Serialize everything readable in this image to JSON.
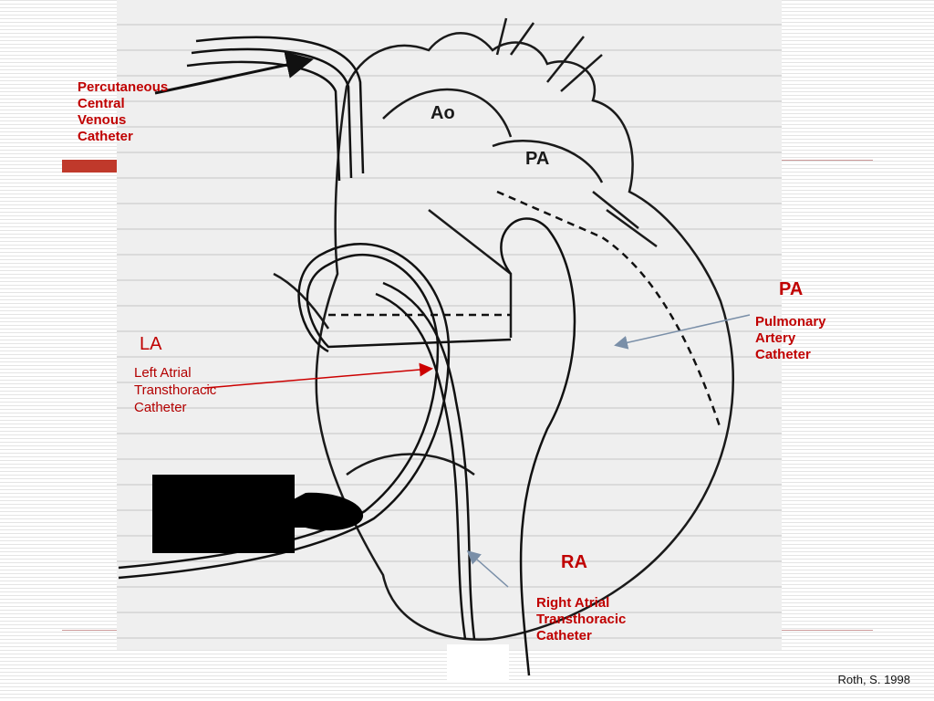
{
  "labels": {
    "percutaneous": "Percutaneous\nCentral\nVenous\nCatheter",
    "pa_abbr": "PA",
    "pa_full": "Pulmonary\nArtery\nCatheter",
    "la_abbr": "LA",
    "la_full": "Left Atrial\nTransthoracic\nCatheter",
    "ra_abbr": "RA",
    "ra_full": "Right Atrial\nTransthoracic\nCatheter",
    "heart_ao": "Ao",
    "heart_pa": "PA"
  },
  "credit": "Roth, S. 1998",
  "colors": {
    "label_red": "#c00000",
    "deco_red": "#c0392b",
    "scan_bg": "#efefef"
  }
}
